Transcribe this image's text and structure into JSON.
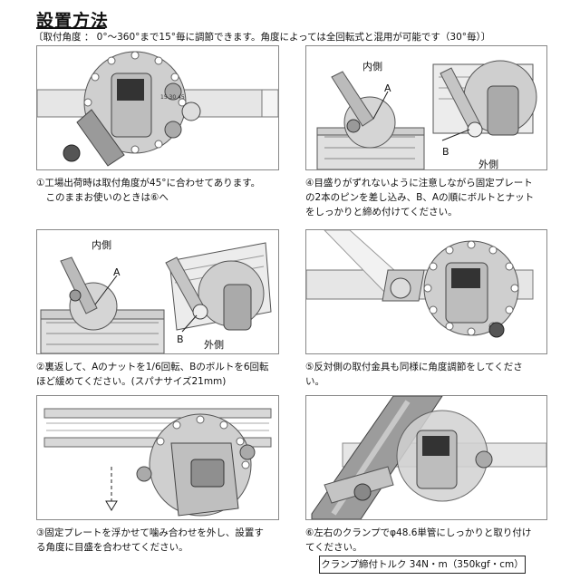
{
  "header": {
    "title": "設置方法",
    "subtitle": "〔取付角度 ： 0°～360°まで15°毎に調節できます。角度によっては全回転式と混用が可能です（30°毎）〕"
  },
  "steps": [
    {
      "lines": [
        "①工場出荷時は取付角度が45°に合わせてあります。",
        "　このままお使いのときは⑥へ"
      ]
    },
    {
      "lines": [
        "④目盛りがずれないように注意しながら固定プレート",
        "の2本のピンを差し込み、B、Aの順にボルトとナット",
        "をしっかりと締め付けてください。"
      ]
    },
    {
      "lines": [
        "②裏返して、Aのナットを1/6回転、Bのボルトを6回転",
        "ほど緩めてください。(スパナサイズ21mm)"
      ]
    },
    {
      "lines": [
        "⑤反対側の取付金具も同様に角度調節をしてくださ",
        "い。"
      ]
    },
    {
      "lines": [
        "③固定プレートを浮かせて噛み合わせを外し、設置す",
        "る角度に目盛を合わせてください。"
      ]
    },
    {
      "lines": [
        "⑥左右のクランプでφ48.6単管にしっかりと取り付け",
        "てください。"
      ]
    }
  ],
  "labels": {
    "inner": "内側",
    "outer": "外側",
    "a": "A",
    "b": "B"
  },
  "footer": {
    "torque": "クランプ締付トルク 34N・m（350kgf・cm）"
  }
}
